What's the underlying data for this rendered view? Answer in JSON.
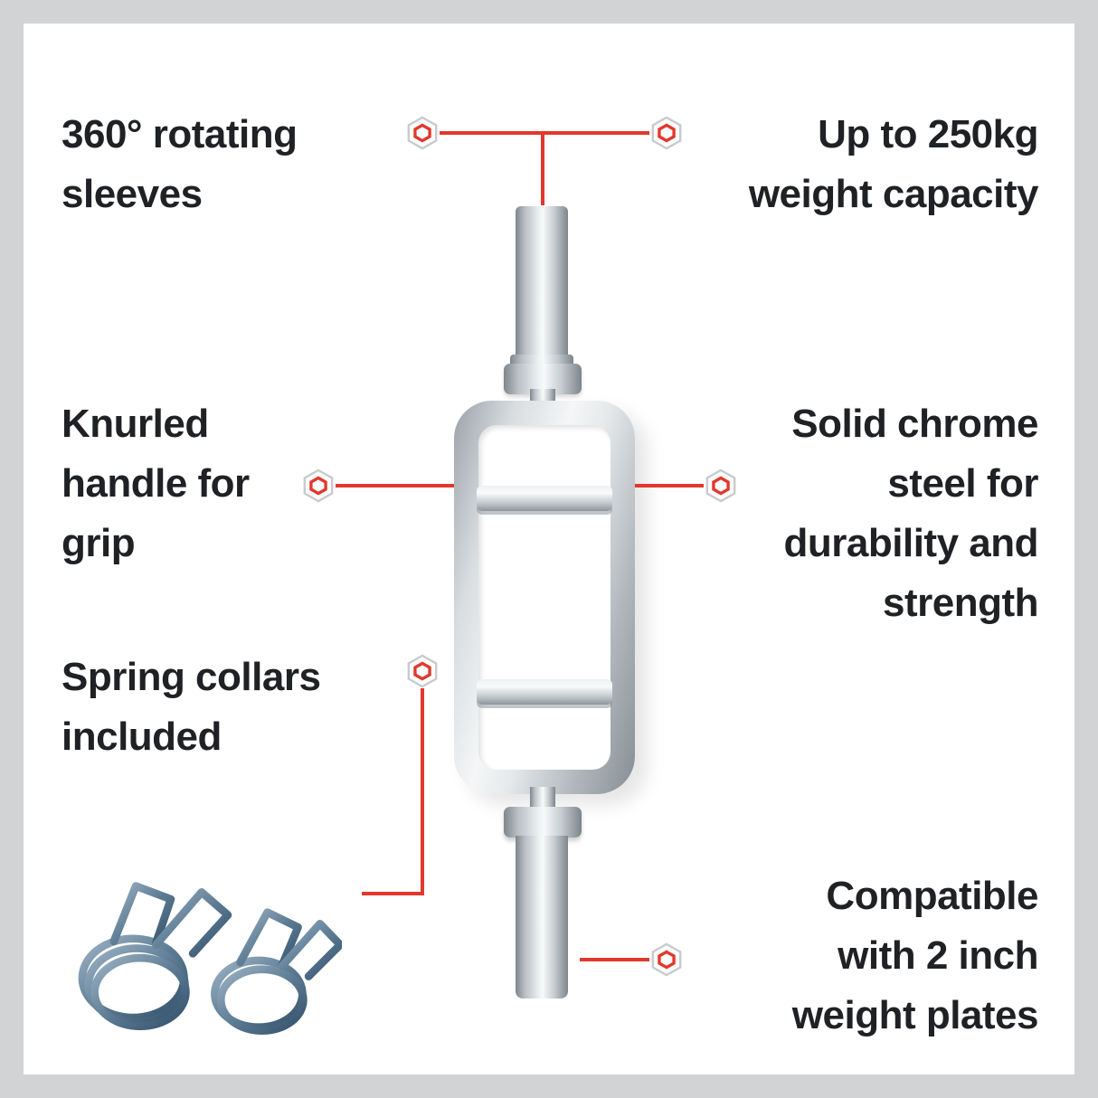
{
  "theme": {
    "accent": "#e2382c",
    "frame": "#d2d3d5",
    "text": "#1f2124",
    "background": "#ffffff"
  },
  "callouts": {
    "rotating_sleeves": {
      "label": "360° rotating sleeves"
    },
    "weight_capacity": {
      "label": "Up to 250kg weight capacity"
    },
    "knurled_handle": {
      "label": "Knurled handle for grip"
    },
    "chrome_steel": {
      "label": "Solid chrome steel for durability and strength"
    },
    "spring_collars": {
      "label": "Spring collars included"
    },
    "plate_compat": {
      "label": "Compatible with 2 inch weight plates"
    }
  },
  "icons": {
    "nut": "hex-nut-icon"
  }
}
